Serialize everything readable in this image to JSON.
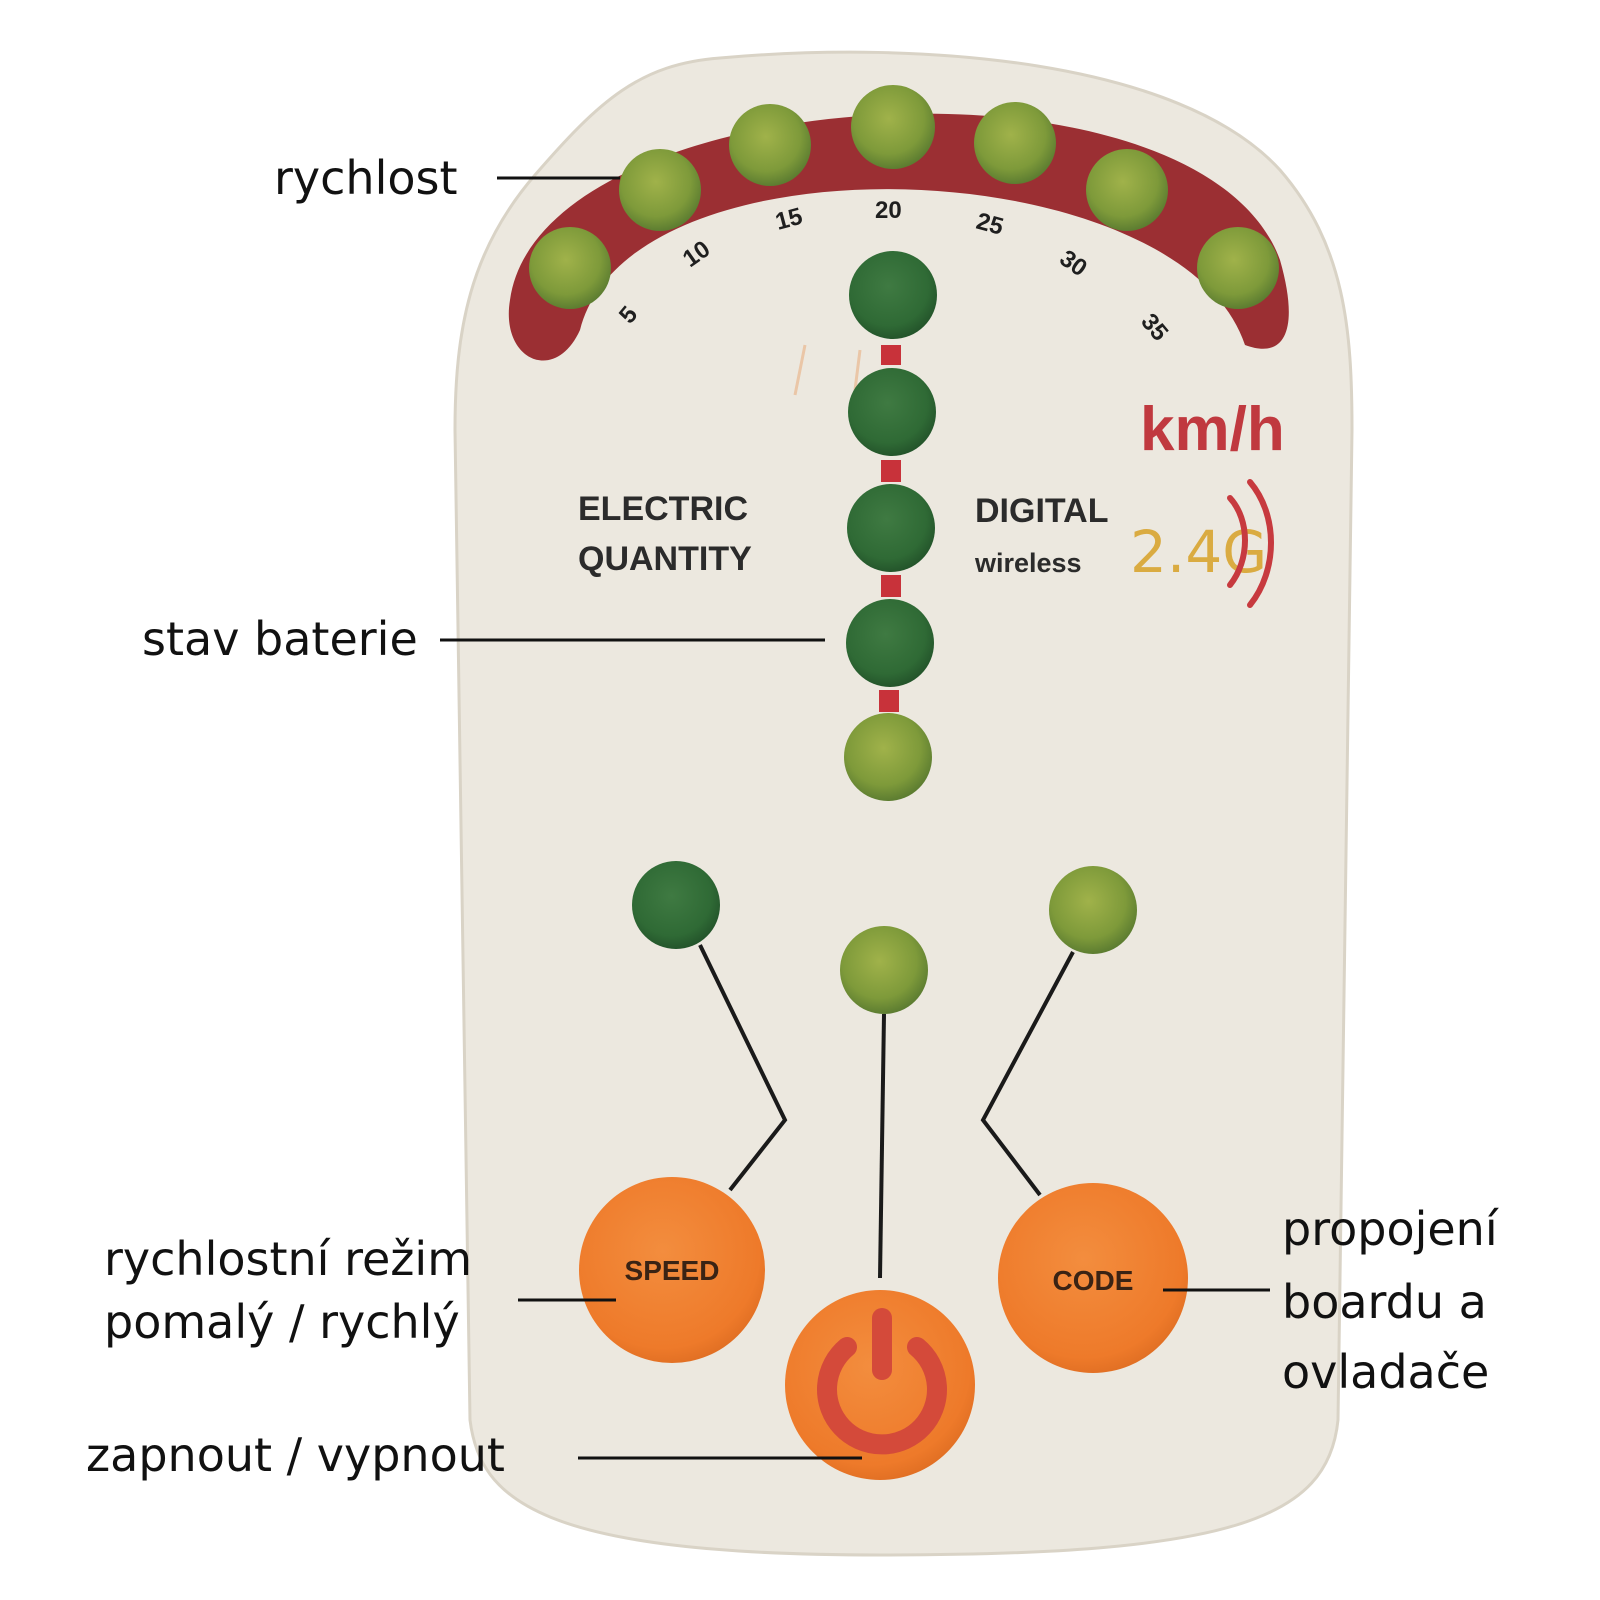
{
  "annotations": {
    "speed_leds": "rychlost",
    "battery": "stav baterie",
    "speed_mode_line1": "rychlostní režim",
    "speed_mode_line2": "pomalý / rychlý",
    "power": "zapnout / vypnout",
    "pairing_line1": "propojení",
    "pairing_line2": "boardu a",
    "pairing_line3": "ovladače"
  },
  "panel": {
    "speed_ticks": [
      "5",
      "10",
      "15",
      "20",
      "25",
      "30",
      "35"
    ],
    "unit": "km/h",
    "left_label_line1": "ELECTRIC",
    "left_label_line2": "QUANTITY",
    "right_label_line1": "DIGITAL",
    "right_label_line2": "wireless",
    "band_text": "2.4G",
    "speed_button": "SPEED",
    "code_button": "CODE"
  },
  "colors": {
    "panel_bg": "#ece8df",
    "speed_band": "#9b2f33",
    "led_light": "#7e9a3a",
    "led_dark": "#2f6a35",
    "button_orange": "#ee7a2a",
    "power_symbol": "#d44a3a",
    "unit_red": "#c0393f",
    "band_gold": "#d9a531"
  }
}
